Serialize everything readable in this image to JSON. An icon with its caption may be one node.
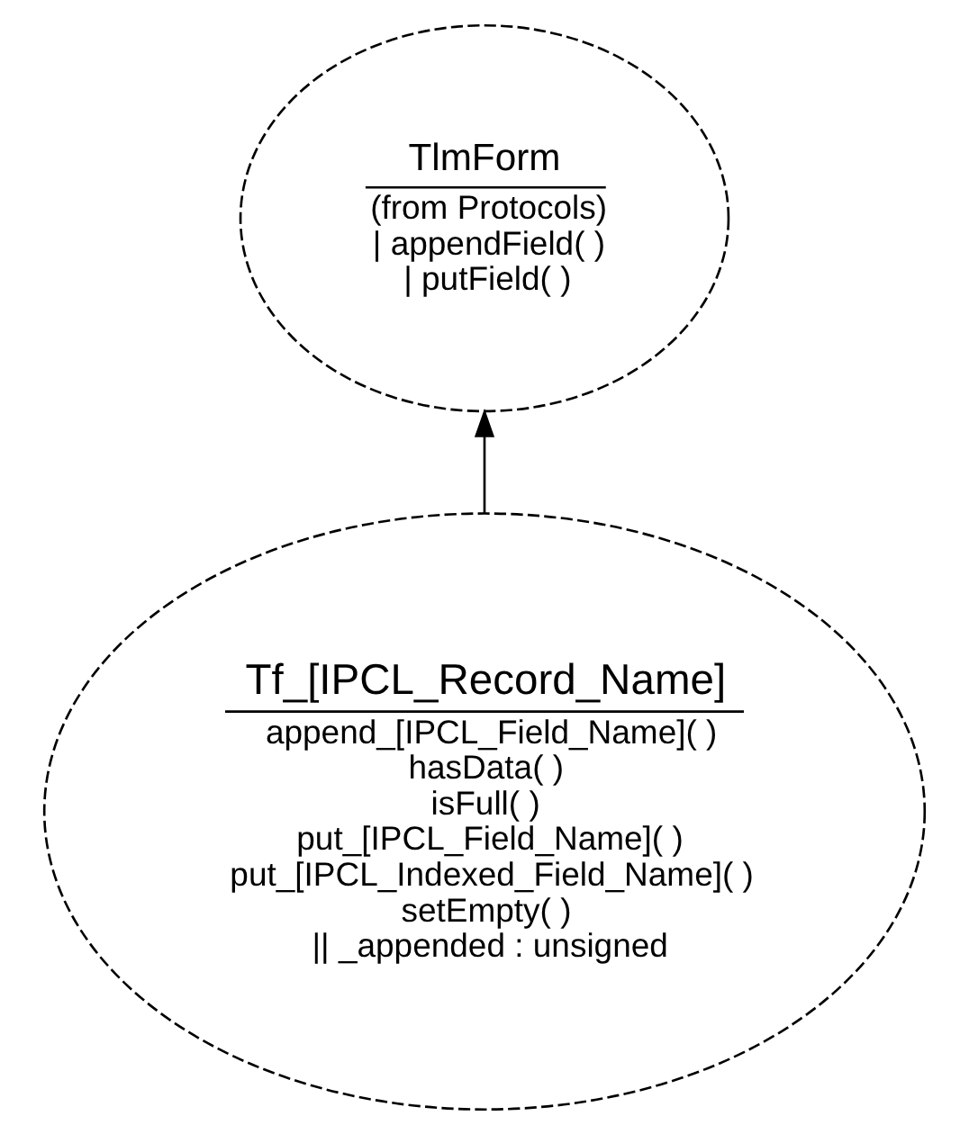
{
  "diagram": {
    "nodes": [
      {
        "text": [
          "TlmForm",
          "(from Protocols)",
          "| appendField( )",
          "| putField( )"
        ]
      },
      {
        "text": [
          "Tf_[IPCL_Record_Name]",
          "append_[IPCL_Field_Name]( )",
          "hasData( )",
          "isFull( )",
          "put_[IPCL_Field_Name]( )",
          "put_[IPCL_Indexed_Field_Name]( )",
          "setEmpty( )",
          "|| _appended : unsigned"
        ]
      }
    ],
    "edges": [
      {
        "from": 1,
        "to": 0,
        "arrow": "to"
      }
    ]
  }
}
